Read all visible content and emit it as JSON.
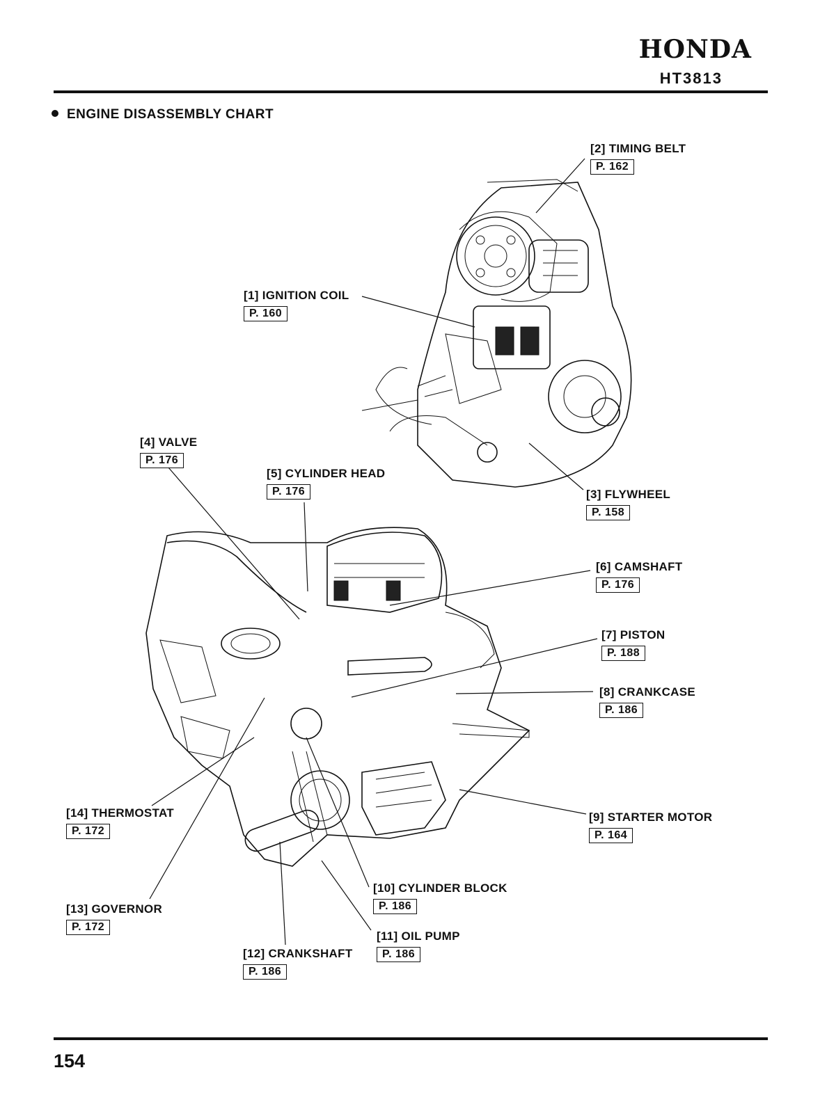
{
  "header": {
    "brand": "HONDA",
    "model": "HT3813"
  },
  "section_title": "ENGINE DISASSEMBLY CHART",
  "page_number": "154",
  "parts": [
    {
      "id": "p1",
      "label": "[1] IGNITION COIL",
      "ref": "P. 160"
    },
    {
      "id": "p2",
      "label": "[2] TIMING BELT",
      "ref": "P. 162"
    },
    {
      "id": "p3",
      "label": "[3] FLYWHEEL",
      "ref": "P. 158"
    },
    {
      "id": "p4",
      "label": "[4] VALVE",
      "ref": "P. 176"
    },
    {
      "id": "p5",
      "label": "[5] CYLINDER HEAD",
      "ref": "P. 176"
    },
    {
      "id": "p6",
      "label": "[6] CAMSHAFT",
      "ref": "P. 176"
    },
    {
      "id": "p7",
      "label": "[7] PISTON",
      "ref": "P. 188"
    },
    {
      "id": "p8",
      "label": "[8] CRANKCASE",
      "ref": "P. 186"
    },
    {
      "id": "p9",
      "label": "[9] STARTER MOTOR",
      "ref": "P. 164"
    },
    {
      "id": "p10",
      "label": "[10] CYLINDER BLOCK",
      "ref": "P. 186"
    },
    {
      "id": "p11",
      "label": "[11] OIL PUMP",
      "ref": "P. 186"
    },
    {
      "id": "p12",
      "label": "[12] CRANKSHAFT",
      "ref": "P. 186"
    },
    {
      "id": "p13",
      "label": "[13] GOVERNOR",
      "ref": "P. 172"
    },
    {
      "id": "p14",
      "label": "[14] THERMOSTAT",
      "ref": "P. 172"
    }
  ]
}
